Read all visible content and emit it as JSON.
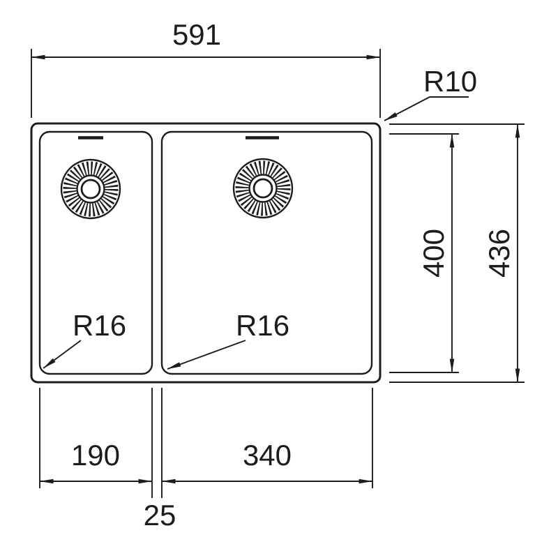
{
  "drawing": {
    "background_color": "#ffffff",
    "line_color": "#1c1c1c",
    "dimensions": {
      "overall_width": "591",
      "outer_corner_radius": "R10",
      "bowl_depth": "400",
      "overall_depth": "436",
      "left_bowl_corner_radius": "R16",
      "right_bowl_corner_radius": "R16",
      "left_bowl_width": "190",
      "right_bowl_width": "340",
      "bowl_gap": "25"
    }
  }
}
